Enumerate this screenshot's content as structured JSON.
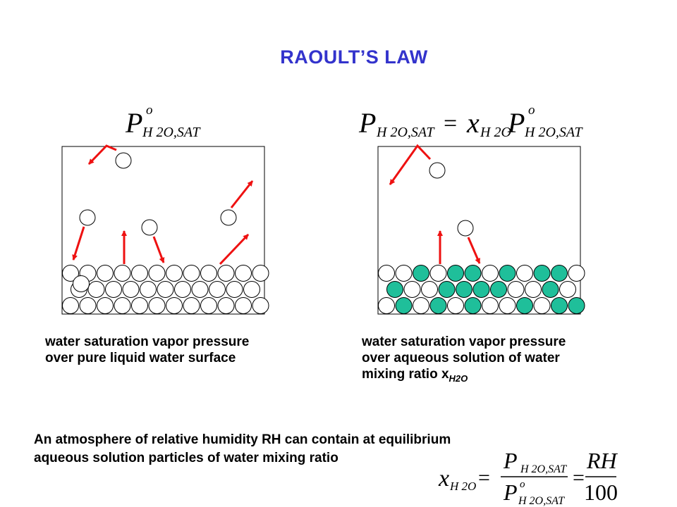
{
  "title": "RAOULT’S LAW",
  "left_panel": {
    "formula": "P^o_H2O,SAT",
    "caption_line1": "water saturation vapor pressure",
    "caption_line2": "over pure liquid water surface"
  },
  "right_panel": {
    "formula": "P_H2O,SAT = x_H2O P^o_H2O,SAT",
    "caption_line1": "water saturation vapor pressure",
    "caption_line2": "over aqueous solution of water",
    "caption_line3_prefix": "mixing ratio x",
    "caption_line3_sub": "H2O"
  },
  "note": {
    "line1": "An atmosphere of relative humidity RH can contain at equilibrium",
    "line2": "aqueous solution particles of water mixing ratio"
  },
  "bottom_formula": {
    "lhs": "x_H2O",
    "numerator": "P_H2O,SAT",
    "denominator": "P^o_H2O,SAT",
    "rhs_numerator": "RH",
    "rhs_denominator": "100"
  },
  "colors": {
    "title": "#3333cc",
    "arrow": "#ee1111",
    "solute": "#1fbf9a",
    "water": "#ffffff",
    "outline": "#000000"
  },
  "icons": [
    "water-molecule-icon",
    "solute-molecule-icon",
    "evaporation-arrow-icon"
  ]
}
